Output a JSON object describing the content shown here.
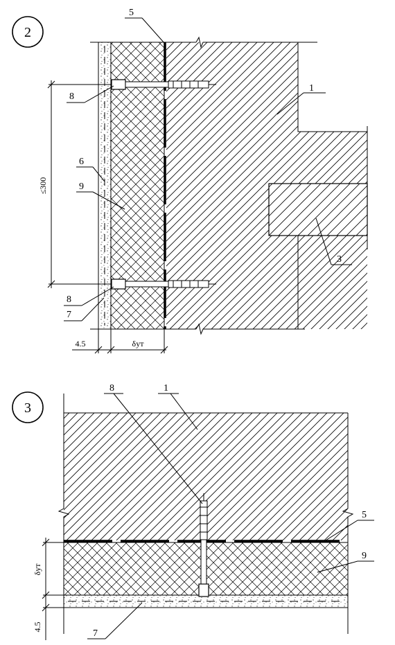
{
  "detail_2": {
    "number": "2",
    "callouts": {
      "c1": "1",
      "c3": "3",
      "c5": "5",
      "c6": "6",
      "c7": "7",
      "c8_top": "8",
      "c8_bottom": "8",
      "c9": "9"
    },
    "dimensions": {
      "spacing": "≤300",
      "render": "4.5",
      "insulation": "δут"
    }
  },
  "detail_3": {
    "number": "3",
    "callouts": {
      "c1": "1",
      "c5": "5",
      "c7": "7",
      "c8": "8",
      "c9": "9"
    },
    "dimensions": {
      "insulation": "δут",
      "render": "4.5"
    }
  },
  "colors": {
    "ink": "#000000",
    "paper": "#ffffff"
  }
}
